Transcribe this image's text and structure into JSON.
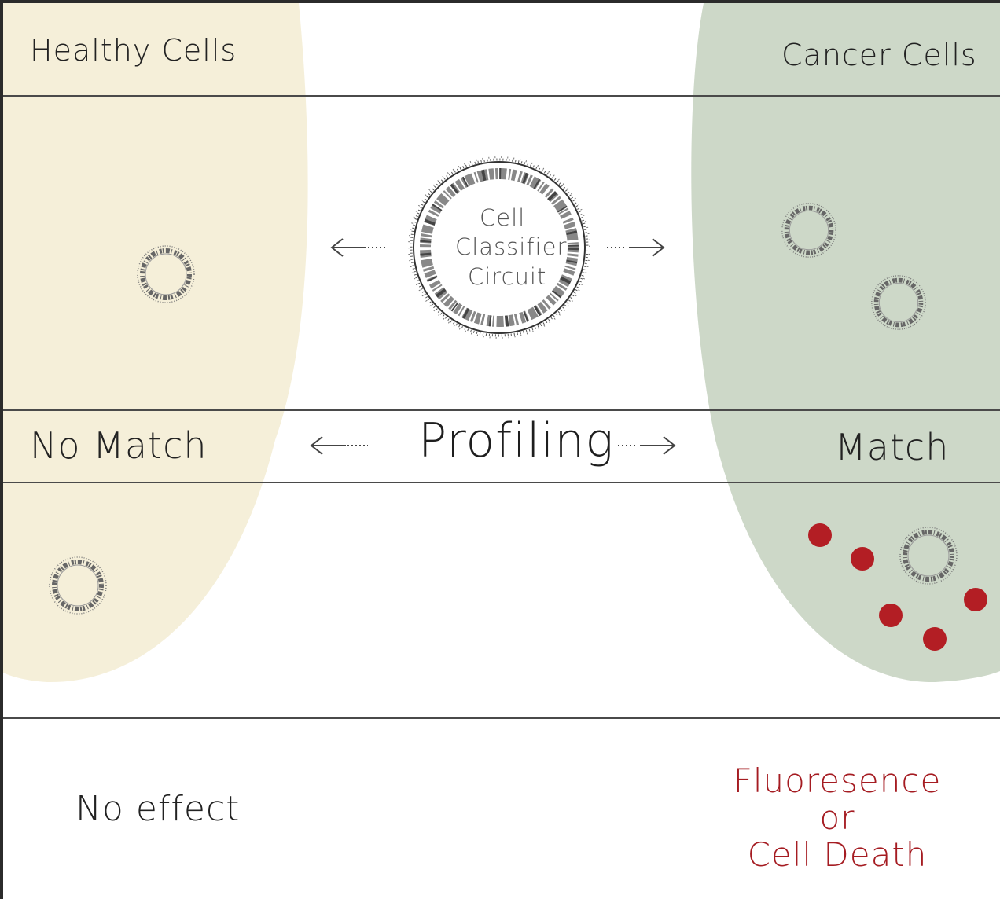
{
  "headers": {
    "healthy": "Healthy Cells",
    "cancer": "Cancer Cells"
  },
  "circuit": {
    "line1": "Cell",
    "line2": "Classifier",
    "line3": "Circuit"
  },
  "profiling": {
    "left": "No Match",
    "center": "Profiling",
    "right": "Match"
  },
  "outcomes": {
    "left": "No effect",
    "right_line1": "Fluoresence",
    "right_line2": "or",
    "right_line3": "Cell Death"
  },
  "colors": {
    "healthy_region": "#f5efd9",
    "cancer_region": "#cdd8c8",
    "death_marker": "#b31e24",
    "outcome_text": "#a51c22"
  },
  "icons": {
    "plasmid": "plasmid-ring-icon",
    "arrows": "arrow-icon"
  }
}
